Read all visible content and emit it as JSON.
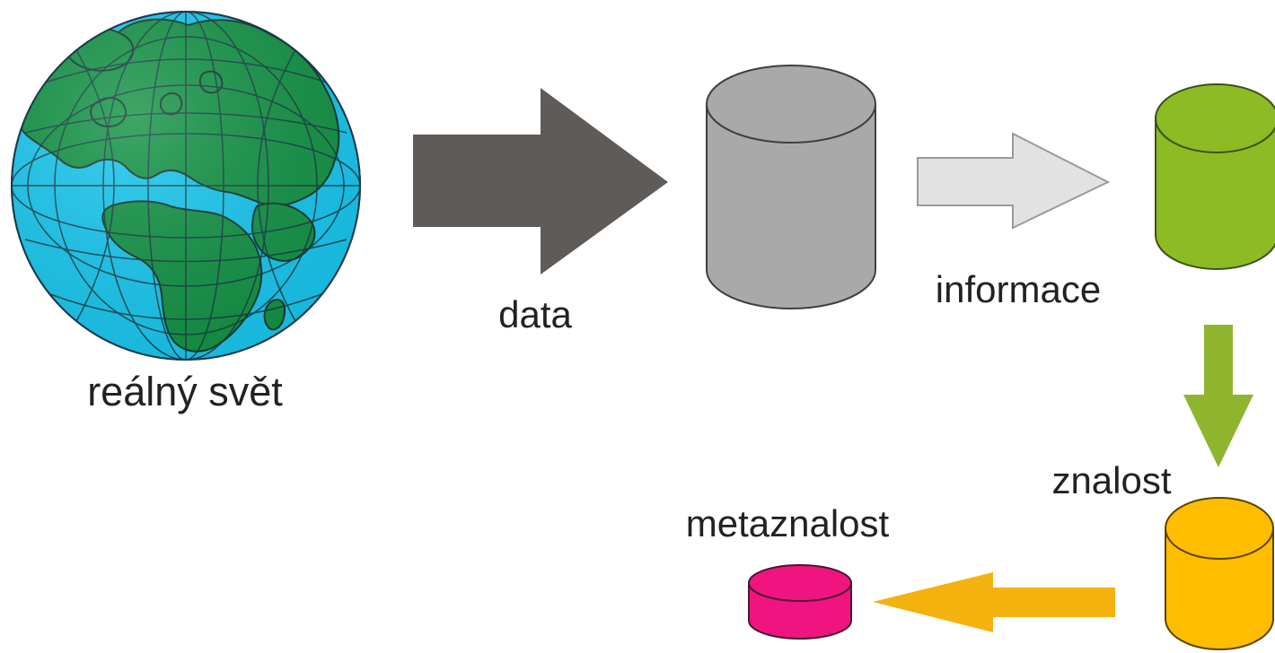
{
  "labels": {
    "real_world": "reálný svět",
    "data": "data",
    "information": "informace",
    "knowledge": "znalost",
    "metaknowledge": "metaznalost"
  },
  "colors": {
    "globe_ocean": "#19c8f0",
    "globe_land": "#149446",
    "data_arrow": "#5f5b59",
    "data_cylinder": "#a9a9a9",
    "information_arrow": "#e2e2e2",
    "information_cylinder": "#8cbb23",
    "knowledge_arrow": "#8fb52f",
    "knowledge_cylinder": "#ffbd00",
    "metaknowledge_arrow": "#f4b20f",
    "metaknowledge_cylinder": "#f0147f"
  }
}
